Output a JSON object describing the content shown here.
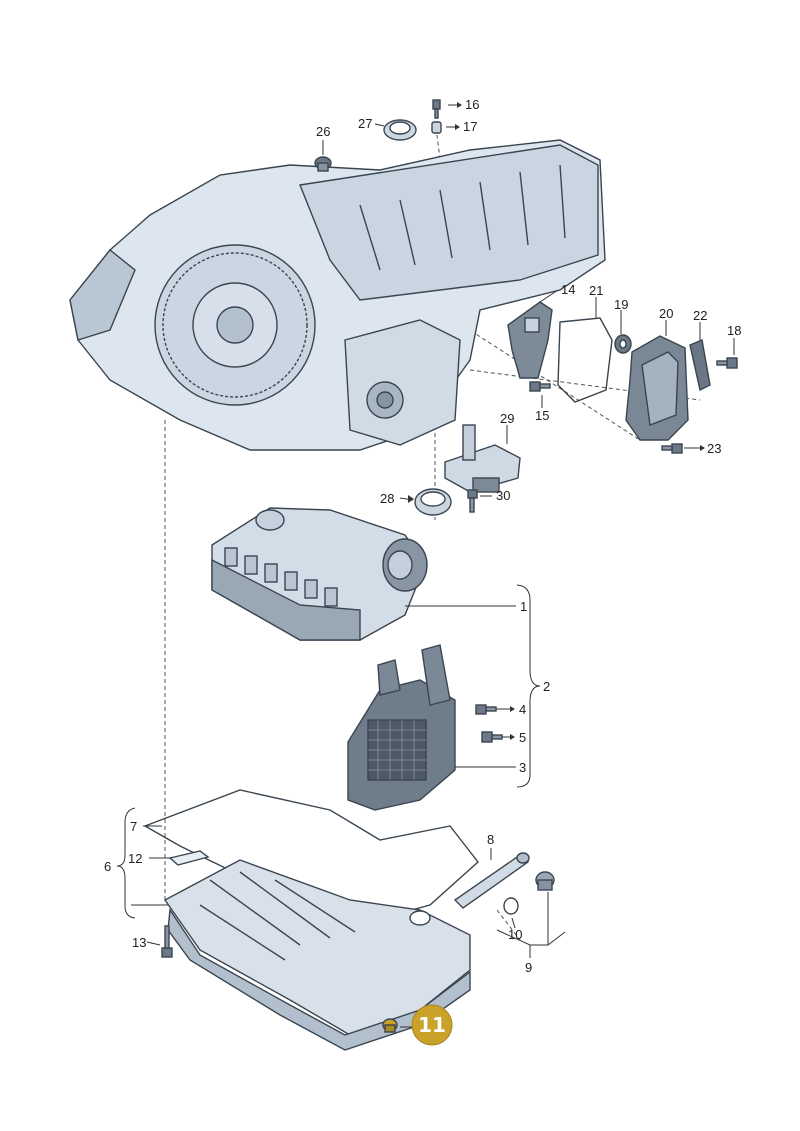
{
  "callouts": {
    "c1": "1",
    "c2": "2",
    "c3": "3",
    "c4": "4",
    "c5": "5",
    "c6": "6",
    "c7": "7",
    "c8": "8",
    "c9": "9",
    "c10": "10",
    "c12": "12",
    "c13": "13",
    "c14": "14",
    "c15": "15",
    "c16": "16",
    "c17": "17",
    "c18": "18",
    "c19": "19",
    "c20": "20",
    "c21": "21",
    "c22": "22",
    "c23": "23",
    "c26": "26",
    "c27": "27",
    "c28": "28",
    "c29": "29",
    "c30": "30"
  },
  "highlight": {
    "label": "11",
    "color": "#c9a227"
  },
  "colors": {
    "part_fill": "#dde6ef",
    "part_shade": "#b9c7d5",
    "dark_part": "#6c7886"
  }
}
